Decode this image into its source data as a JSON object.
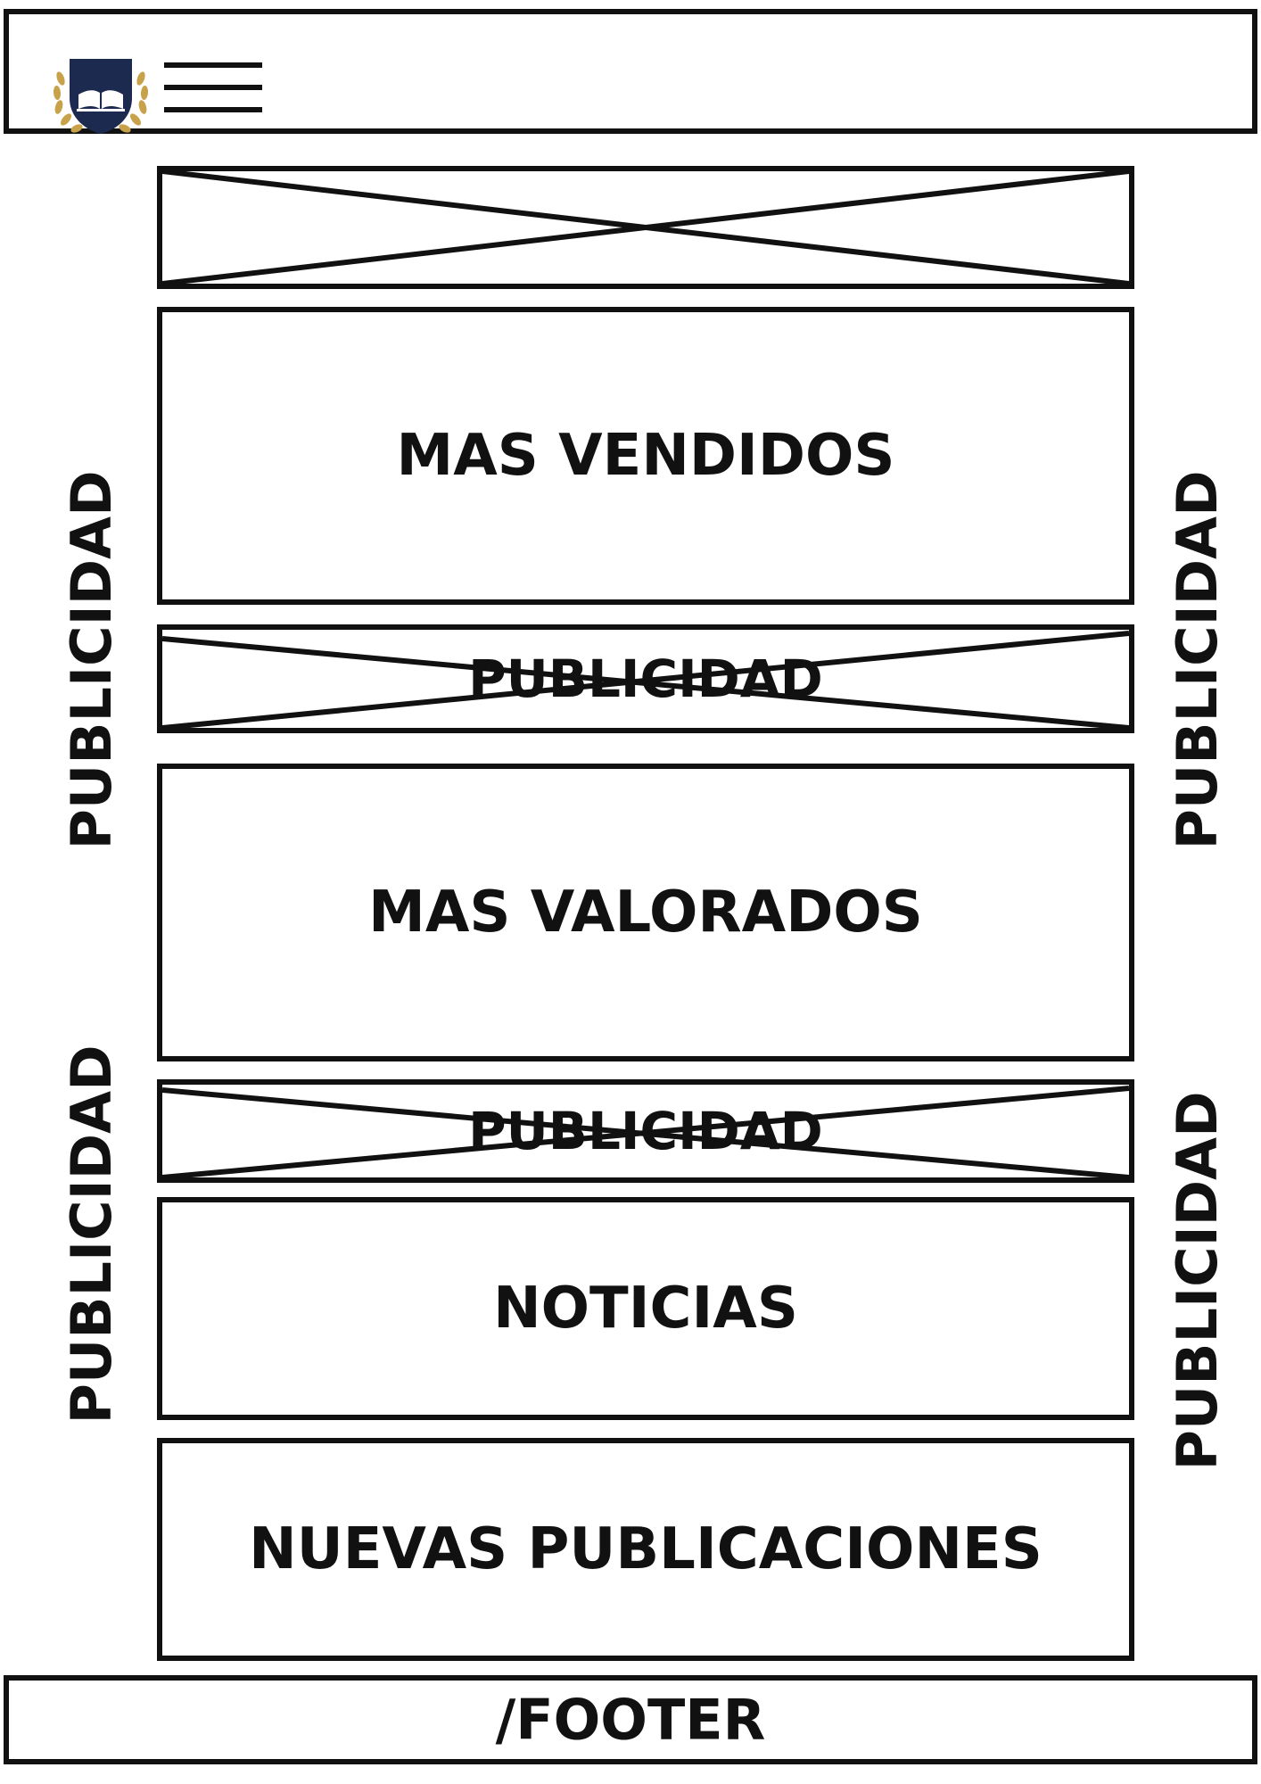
{
  "header": {
    "logo_icon": "book-shield-laurel-icon",
    "menu_icon": "hamburger-menu-icon"
  },
  "hero": {
    "placeholder_icon": "image-placeholder-x-icon"
  },
  "sections": {
    "mas_vendidos": "MAS VENDIDOS",
    "ad_banner_1": "PUBLICIDAD",
    "mas_valorados": "MAS VALORADOS",
    "ad_banner_2": "PUBLICIDAD",
    "noticias": "NOTICIAS",
    "nuevas_publicaciones": "NUEVAS PUBLICACIONES"
  },
  "side_ads": {
    "left_top": "PUBLICIDAD",
    "right_top": "PUBLICIDAD",
    "left_bottom": "PUBLICIDAD",
    "right_bottom": "PUBLICIDAD"
  },
  "footer": {
    "label": "/FOOTER"
  },
  "colors": {
    "stroke": "#111111",
    "logo_shield": "#1b2a4e",
    "logo_laurel": "#c8a24a",
    "background": "#ffffff"
  }
}
